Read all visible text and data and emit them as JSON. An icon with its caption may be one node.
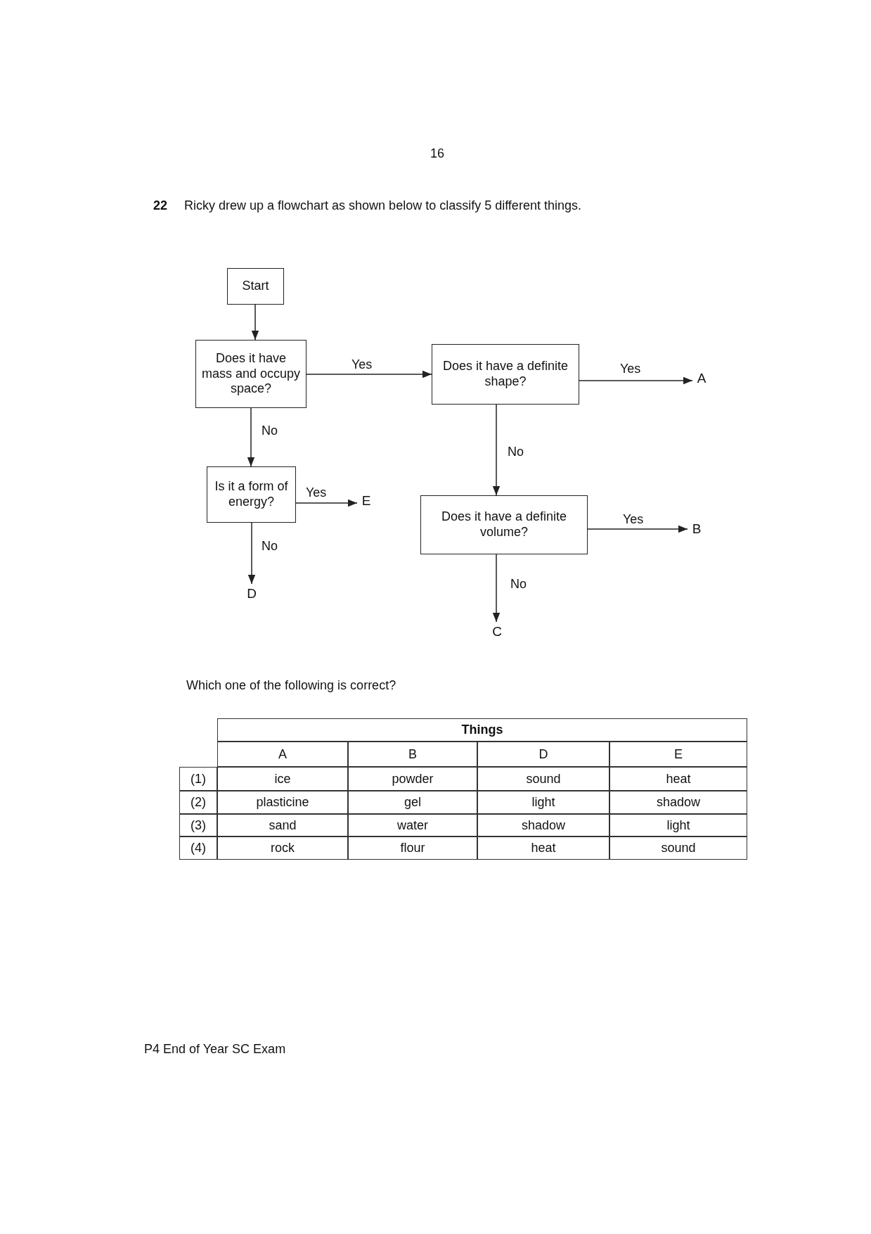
{
  "diagram": {
    "nodes": [
      {
        "text": [
          "Start"
        ]
      },
      {
        "text": [
          "Does it have mass and occupy space?"
        ]
      },
      {
        "text": [
          "Does it have a definite shape?"
        ]
      },
      {
        "text": [
          "Is it a form of energy?"
        ]
      },
      {
        "text": [
          "Does it have a definite volume?"
        ]
      },
      {
        "text": [
          "A"
        ]
      },
      {
        "text": [
          "E"
        ]
      },
      {
        "text": [
          "D"
        ]
      },
      {
        "text": [
          "B"
        ]
      },
      {
        "text": [
          "C"
        ]
      }
    ],
    "edges": [
      {
        "from": 0,
        "to": 1,
        "arrow": "to"
      },
      {
        "from": 1,
        "to": 2,
        "arrow": "to",
        "label": "Yes"
      },
      {
        "from": 2,
        "to": 5,
        "arrow": "to",
        "label": "Yes"
      },
      {
        "from": 1,
        "to": 3,
        "arrow": "to",
        "label": "No"
      },
      {
        "from": 3,
        "to": 6,
        "arrow": "to",
        "label": "Yes"
      },
      {
        "from": 3,
        "to": 7,
        "arrow": "to",
        "label": "No"
      },
      {
        "from": 2,
        "to": 4,
        "arrow": "to",
        "label": "No"
      },
      {
        "from": 4,
        "to": 8,
        "arrow": "to",
        "label": "Yes"
      },
      {
        "from": 4,
        "to": 9,
        "arrow": "to",
        "label": "No"
      }
    ],
    "labels": [
      "16",
      "22",
      "Ricky drew up a flowchart as shown below to classify 5 different things.",
      "Which one of the following is correct?",
      "Things",
      "A",
      "B",
      "D",
      "E",
      "(1)",
      "ice",
      "powder",
      "sound",
      "heat",
      "(2)",
      "plasticine",
      "gel",
      "light",
      "shadow",
      "(3)",
      "sand",
      "water",
      "shadow",
      "light",
      "(4)",
      "rock",
      "flour",
      "heat",
      "sound",
      "P4 End of Year SC Exam"
    ]
  }
}
